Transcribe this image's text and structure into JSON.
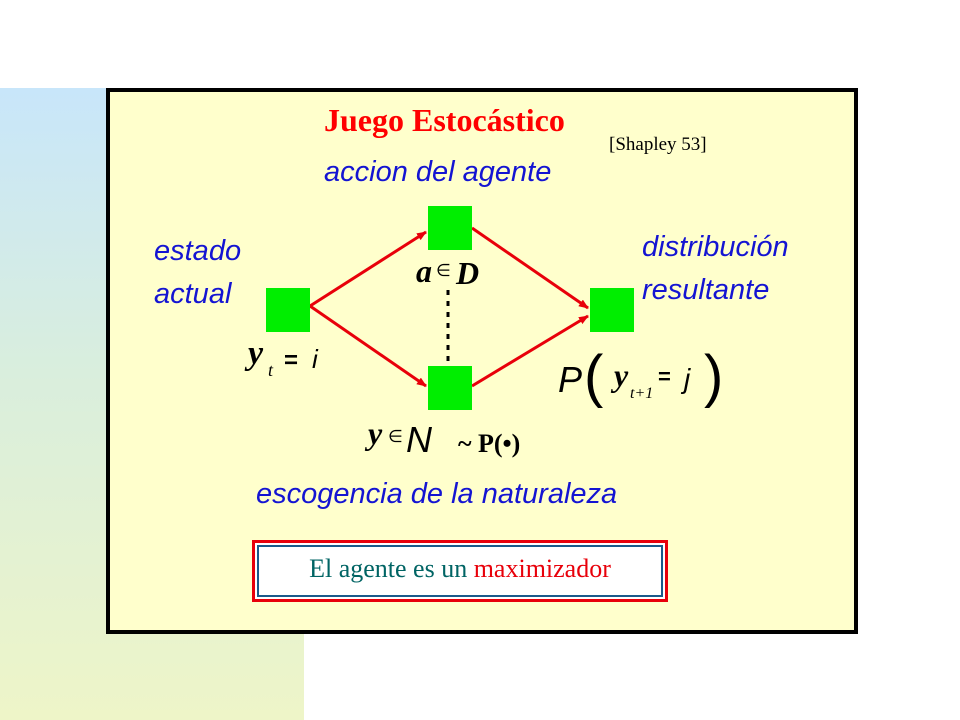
{
  "title": "Juego Estocástico",
  "citation": "[Shapley 53]",
  "labels": {
    "action": "accion del agente",
    "state_line1": "estado",
    "state_line2": "actual",
    "dist_line1": "distribución",
    "dist_line2": "resultante",
    "nature": "escogencia de la naturaleza"
  },
  "math": {
    "state_var": "y",
    "state_sub": "t",
    "state_eq": "=",
    "state_val": "i",
    "action_var": "a",
    "elem": "∈",
    "action_set": "D",
    "nature_var": "y",
    "nature_set": "N",
    "nature_dist": "~ P(•)",
    "prob_P": "P",
    "prob_open": "(",
    "prob_var": "y",
    "prob_sub": "t+1",
    "prob_eq": "=",
    "prob_val": "j",
    "prob_close": ")"
  },
  "box": {
    "text_part1": "El agente es un",
    "text_part2": "maximizador"
  },
  "colors": {
    "node": "#00ee00",
    "arrow": "#e8000a",
    "title": "#ff0000",
    "label": "#1414d2",
    "panel_bg": "#ffffcc"
  }
}
